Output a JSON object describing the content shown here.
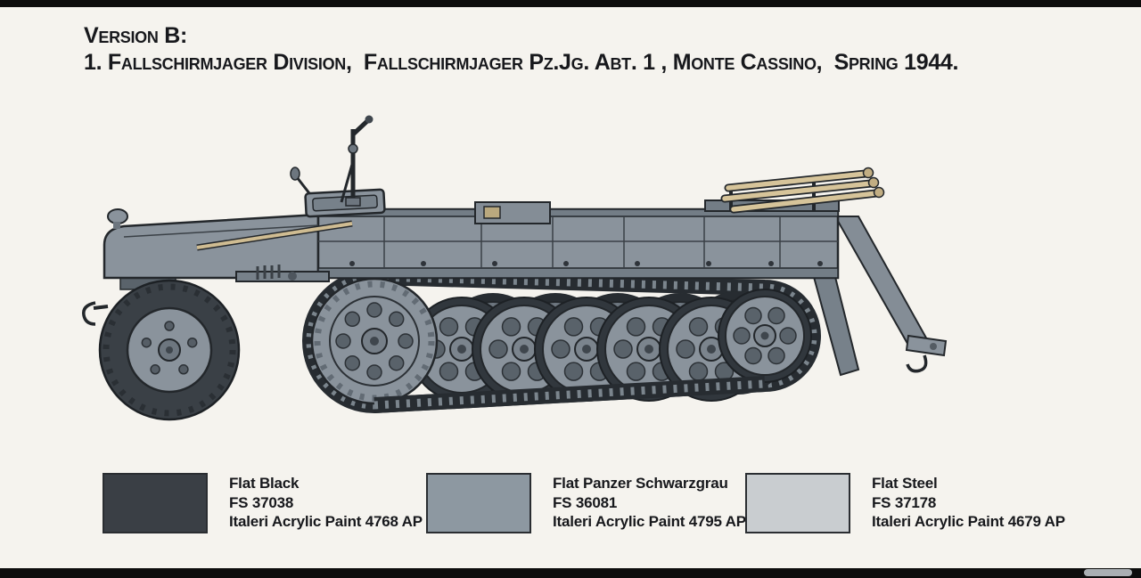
{
  "header": {
    "version_label": "Version B:",
    "scheme_title": "1. Fallschirmjager Division,  Fallschirmjager Pz.Jg. Abt. 1 , Monte Cassino,  Spring 1944."
  },
  "paint_legend": {
    "items": [
      {
        "name": "Flat Black",
        "fs_code": "FS 37038",
        "paint_code": "Italeri Acrylic Paint 4768 AP",
        "swatch_color": "#3a3f45"
      },
      {
        "name": "Flat Panzer Schwarzgrau",
        "fs_code": "FS 36081",
        "paint_code": "Italeri Acrylic Paint 4795 AP",
        "swatch_color": "#8d98a1"
      },
      {
        "name": "Flat Steel",
        "fs_code": "FS 37178",
        "paint_code": "Italeri Acrylic Paint 4679 AP",
        "swatch_color": "#c9cdd0"
      }
    ]
  }
}
